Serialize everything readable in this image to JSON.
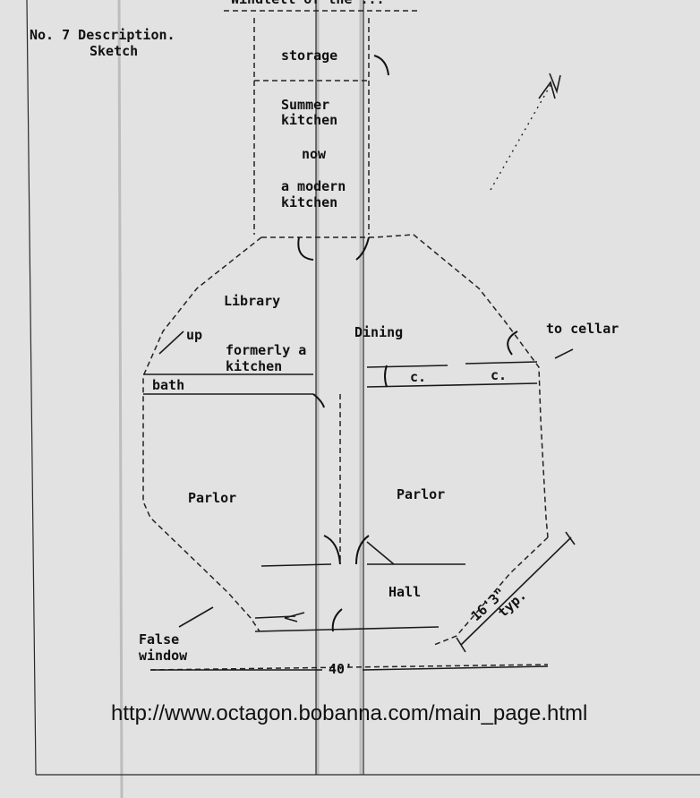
{
  "header": {
    "top_cut": "Windtell of the ...",
    "doc_line1": "No. 7 Description.",
    "doc_line2": "Sketch"
  },
  "rooms": {
    "storage": "storage",
    "summer_kitchen_1": "Summer",
    "summer_kitchen_2": "kitchen",
    "now": "now",
    "modern_1": "a modern",
    "modern_2": "kitchen",
    "library": "Library",
    "up": "up",
    "formerly_1": "formerly a",
    "formerly_2": "kitchen",
    "bath": "bath",
    "dining": "Dining",
    "closet_1": "c.",
    "closet_2": "c.",
    "to_cellar": "to cellar",
    "parlor_left": "Parlor",
    "parlor_right": "Parlor",
    "hall": "Hall",
    "false_1": "False",
    "false_2": "window",
    "dimension_width": "40'",
    "dimension_side": "16'3\"",
    "dimension_side_note": "typ."
  },
  "footer": {
    "url": "http://www.octagon.bobanna.com/main_page.html"
  }
}
